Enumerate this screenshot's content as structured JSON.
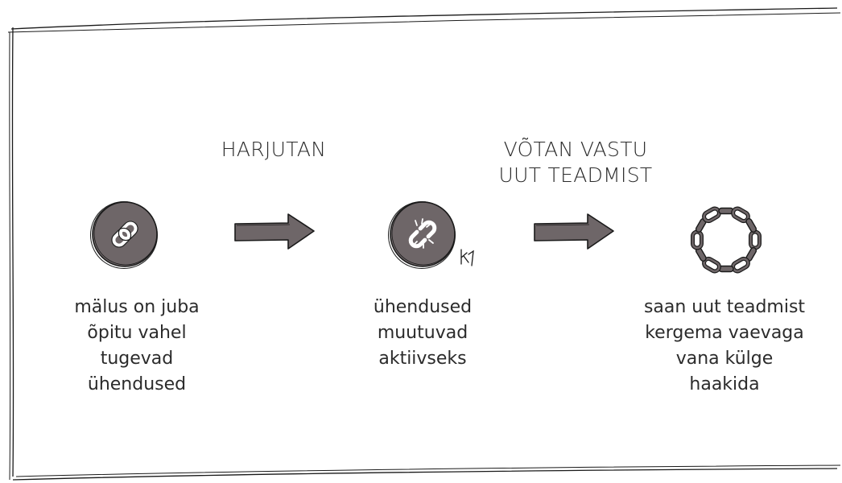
{
  "steps": [
    {
      "icon": "chain-link-icon",
      "caption": [
        "mälus on juba",
        "õpitu vahel",
        "tugevad",
        "ühendused"
      ]
    },
    {
      "icon": "broken-link-icon",
      "caption": [
        "ühendused",
        "muutuvad",
        "aktiivseks"
      ],
      "signature": "K"
    },
    {
      "icon": "chain-ring-icon",
      "caption": [
        "saan uut teadmist",
        "kergema vaevaga",
        "vana külge",
        "haakida"
      ]
    }
  ],
  "transitions": [
    {
      "label": [
        "HARJUTAN"
      ]
    },
    {
      "label": [
        "VÕTAN VASTU",
        "UUT TEADMIST"
      ]
    }
  ],
  "colors": {
    "icon_fill": "#6e6668",
    "arrow_fill": "#6e6668",
    "outline": "#1a1a1a",
    "text": "#2b2b2b"
  }
}
